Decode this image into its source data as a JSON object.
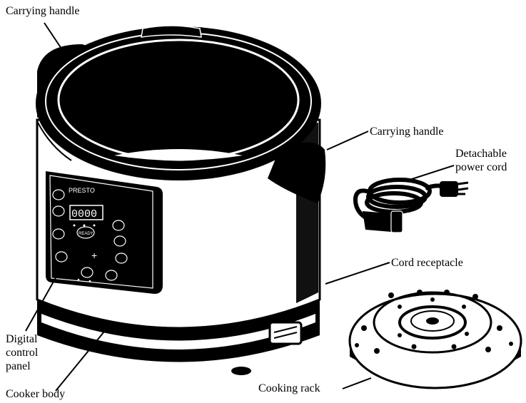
{
  "labels": {
    "handle_left": "Carrying handle",
    "handle_right": "Carrying handle",
    "power_cord": [
      "Detachable",
      "power cord"
    ],
    "cord_receptacle": "Cord receptacle",
    "control_panel": [
      "Digital",
      "control",
      "panel"
    ],
    "cooker_body": "Cooker body",
    "cooking_rack": "Cooking rack"
  },
  "panel": {
    "brand": "PRESTO",
    "display": "0000",
    "center_button": "READY"
  },
  "colors": {
    "ink": "#000000",
    "paper": "#ffffff"
  }
}
